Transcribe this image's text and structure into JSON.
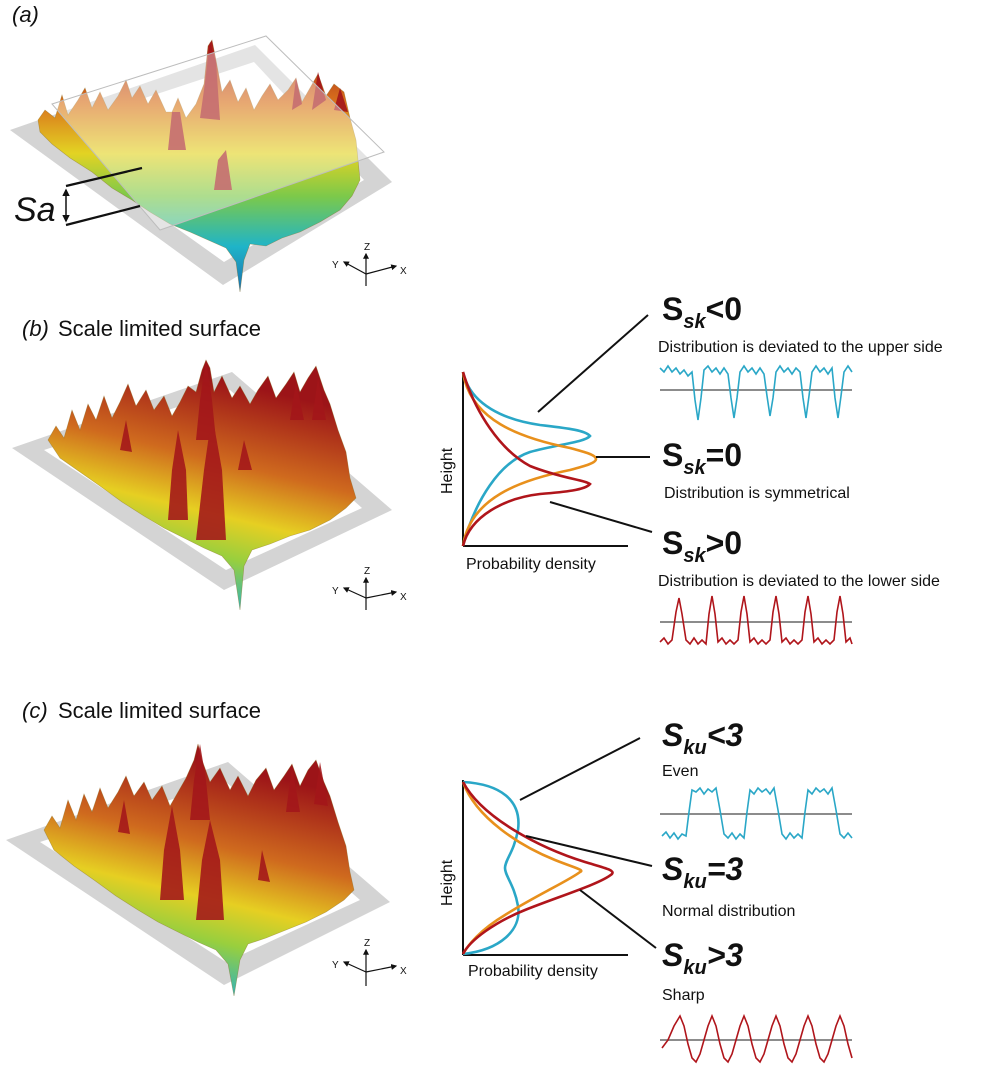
{
  "colors": {
    "cyan": "#2aa7c7",
    "orange": "#e8901c",
    "red": "#b0151b",
    "gray": "#8c8c8c",
    "plate": "#d4d4d4"
  },
  "panel_a": {
    "letter": "(a)",
    "sa_label": "Sa",
    "axes": {
      "z": "Z",
      "y": "Y",
      "x": "X"
    }
  },
  "panel_b": {
    "letter": "(b)",
    "title": "Scale limited surface",
    "axes": {
      "z": "Z",
      "y": "Y",
      "x": "X"
    },
    "ylabel": "Height",
    "xlabel": "Probability density",
    "cases": [
      {
        "sym": "S",
        "sub": "sk",
        "rel": "<0",
        "desc": "Distribution is deviated to the upper side"
      },
      {
        "sym": "S",
        "sub": "sk",
        "rel": "=0",
        "desc": "Distribution is symmetrical"
      },
      {
        "sym": "S",
        "sub": "sk",
        "rel": ">0",
        "desc": "Distribution is deviated to the lower side"
      }
    ]
  },
  "panel_c": {
    "letter": "(c)",
    "title": "Scale limited surface",
    "axes": {
      "z": "Z",
      "y": "Y",
      "x": "X"
    },
    "ylabel": "Height",
    "xlabel": "Probability density",
    "cases": [
      {
        "sym": "S",
        "sub": "ku",
        "rel": "<3",
        "desc": "Even"
      },
      {
        "sym": "S",
        "sub": "ku",
        "rel": "=3",
        "desc": "Normal distribution"
      },
      {
        "sym": "S",
        "sub": "ku",
        "rel": ">3",
        "desc": "Sharp"
      }
    ]
  }
}
